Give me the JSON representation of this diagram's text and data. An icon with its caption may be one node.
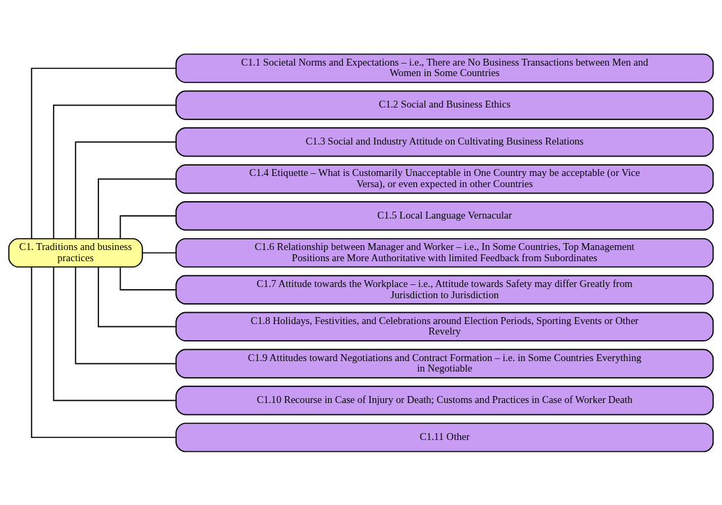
{
  "diagram": {
    "nodes": [
      {
        "text": [
          "C1. Traditions and business practices"
        ]
      },
      {
        "text": [
          "C1.1 Societal Norms and Expectations – i.e., There are No Business Transactions between Men and Women in Some Countries"
        ]
      },
      {
        "text": [
          "C1.2 Social and Business Ethics"
        ]
      },
      {
        "text": [
          "C1.3 Social and Industry Attitude on Cultivating Business Relations"
        ]
      },
      {
        "text": [
          "C1.4 Etiquette – What is Customarily Unacceptable in One Country may be acceptable (or Vice Versa), or even expected in other Countries"
        ]
      },
      {
        "text": [
          "C1.5 Local Language Vernacular"
        ]
      },
      {
        "text": [
          "C1.6 Relationship between Manager and Worker – i.e., In Some Countries, Top Management Positions are More Authoritative with limited Feedback from Subordinates"
        ]
      },
      {
        "text": [
          "C1.7 Attitude towards the Workplace – i.e., Attitude towards Safety may differ Greatly from Jurisdiction to Jurisdiction"
        ]
      },
      {
        "text": [
          "C1.8 Holidays, Festivities, and Celebrations around Election Periods, Sporting Events or Other Revelry"
        ]
      },
      {
        "text": [
          "C1.9 Attitudes toward Negotiations and Contract Formation – i.e. in Some Countries Everything in Negotiable"
        ]
      },
      {
        "text": [
          "C1.10 Recourse in Case of Injury or Death; Customs and Practices in Case of Worker Death"
        ]
      },
      {
        "text": [
          "C1.11 Other"
        ]
      }
    ],
    "edges": [
      {
        "from": 0,
        "to": 1,
        "arrow": "none"
      },
      {
        "from": 0,
        "to": 2,
        "arrow": "none"
      },
      {
        "from": 0,
        "to": 3,
        "arrow": "none"
      },
      {
        "from": 0,
        "to": 4,
        "arrow": "none"
      },
      {
        "from": 0,
        "to": 5,
        "arrow": "none"
      },
      {
        "from": 0,
        "to": 6,
        "arrow": "none"
      },
      {
        "from": 0,
        "to": 7,
        "arrow": "none"
      },
      {
        "from": 0,
        "to": 8,
        "arrow": "none"
      },
      {
        "from": 0,
        "to": 9,
        "arrow": "none"
      },
      {
        "from": 0,
        "to": 10,
        "arrow": "none"
      },
      {
        "from": 0,
        "to": 11,
        "arrow": "none"
      }
    ]
  }
}
